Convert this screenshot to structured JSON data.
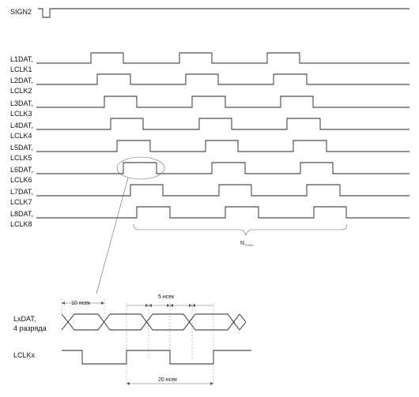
{
  "sign": {
    "label": "SIGN2"
  },
  "channels": [
    {
      "dat": "L1DAT,",
      "clk": "LCLK1"
    },
    {
      "dat": "L2DAT,",
      "clk": "LCLK2"
    },
    {
      "dat": "L3DAT,",
      "clk": "LCLK3"
    },
    {
      "dat": "L4DAT,",
      "clk": "LCLK4"
    },
    {
      "dat": "L5DAT,",
      "clk": "LCLK5"
    },
    {
      "dat": "L6DAT,",
      "clk": "LCLK6"
    },
    {
      "dat": "L7DAT,",
      "clk": "LCLK7"
    },
    {
      "dat": "L8DAT,",
      "clk": "LCLK8"
    }
  ],
  "cycle": {
    "label_main": "N",
    "label_sub": "CYCL"
  },
  "detail": {
    "data_label_line1": "LxDAT,",
    "data_label_line2": "4 разряда",
    "clock_label": "LCLKx",
    "t10": "10 нсек",
    "t5": "5 нсек",
    "t20": "20 нсек"
  }
}
